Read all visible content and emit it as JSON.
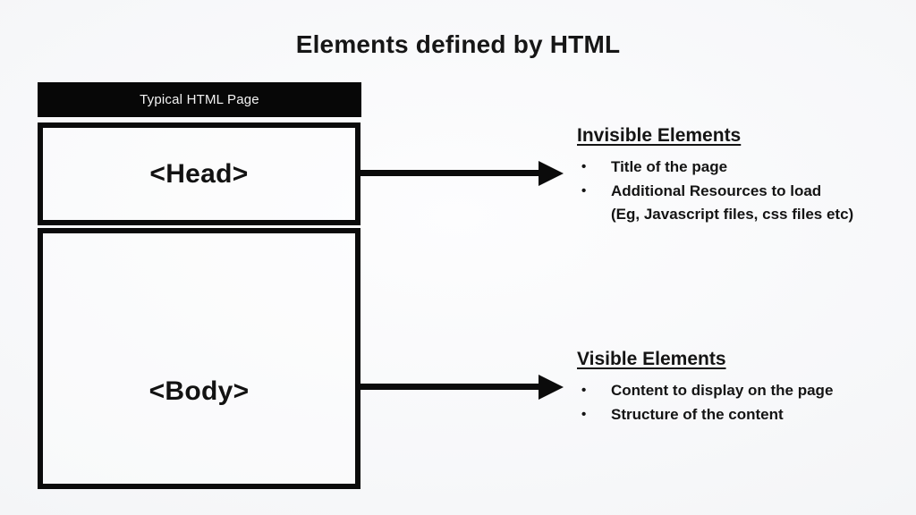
{
  "slide": {
    "title": "Elements defined by HTML"
  },
  "page_box": {
    "header": "Typical HTML Page",
    "sections": [
      {
        "label": "<Head>"
      },
      {
        "label": "<Body>"
      }
    ]
  },
  "annotations": [
    {
      "heading": "Invisible Elements",
      "bullet_glyph": "•",
      "bullets": [
        "Title of the page",
        "Additional Resources to load\n(Eg, Javascript files, css files etc)"
      ]
    },
    {
      "heading": "Visible Elements",
      "bullet_glyph": "•",
      "bullets": [
        "Content to display on the page",
        "Structure of the content"
      ]
    }
  ],
  "colors": {
    "ink": "#0b0b0b",
    "header_bar": "#070707",
    "background": "#f5f6f8"
  }
}
